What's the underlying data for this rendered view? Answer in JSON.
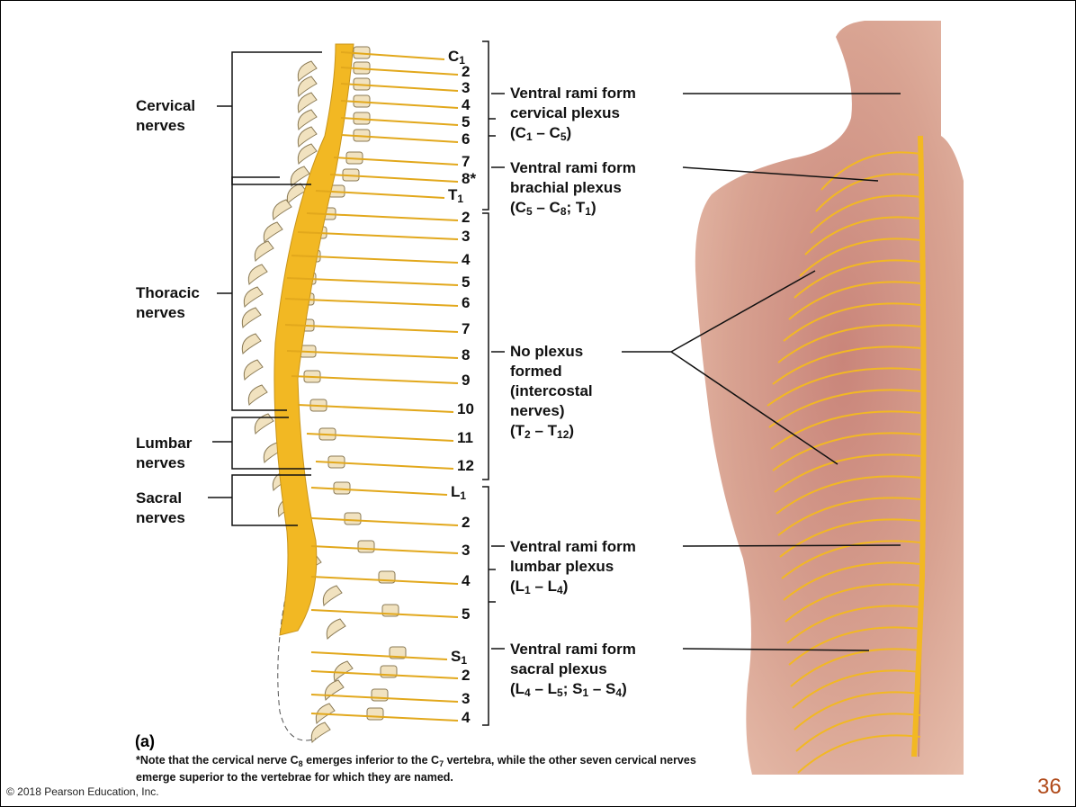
{
  "figure_tag": "(a)",
  "nerve_groups": {
    "cervical": [
      "Cervical",
      "nerves"
    ],
    "thoracic": [
      "Thoracic",
      "nerves"
    ],
    "lumbar": [
      "Lumbar",
      "nerves"
    ],
    "sacral": [
      "Sacral",
      "nerves"
    ]
  },
  "spinal_nerve_labels": [
    {
      "base": "C",
      "sub": "1"
    },
    {
      "base": "2"
    },
    {
      "base": "3"
    },
    {
      "base": "4"
    },
    {
      "base": "5"
    },
    {
      "base": "6"
    },
    {
      "base": "7"
    },
    {
      "base": "8*"
    },
    {
      "base": "T",
      "sub": "1"
    },
    {
      "base": "2"
    },
    {
      "base": "3"
    },
    {
      "base": "4"
    },
    {
      "base": "5"
    },
    {
      "base": "6"
    },
    {
      "base": "7"
    },
    {
      "base": "8"
    },
    {
      "base": "9"
    },
    {
      "base": "10"
    },
    {
      "base": "11"
    },
    {
      "base": "12"
    },
    {
      "base": "L",
      "sub": "1"
    },
    {
      "base": "2"
    },
    {
      "base": "3"
    },
    {
      "base": "4"
    },
    {
      "base": "5"
    },
    {
      "base": "S",
      "sub": "1"
    },
    {
      "base": "2"
    },
    {
      "base": "3"
    },
    {
      "base": "4"
    }
  ],
  "plexus_labels": {
    "cervical": {
      "line1": "Ventral rami form",
      "line2": "cervical plexus",
      "range": "(C1 – C5)"
    },
    "brachial": {
      "line1": "Ventral rami form",
      "line2": "brachial plexus",
      "range": "(C5 – C8; T1)"
    },
    "intercostal": {
      "line1": "No plexus",
      "line2": "formed",
      "line3": "(intercostal",
      "line4": "nerves)",
      "range": "(T2 – T12)"
    },
    "lumbar": {
      "line1": "Ventral rami form",
      "line2": "lumbar plexus",
      "range": "(L1 – L4)"
    },
    "sacral": {
      "line1": "Ventral rami form",
      "line2": "sacral plexus",
      "range": "(L4 – L5; S1 – S4)"
    }
  },
  "footnote": {
    "line1": "*Note that the cervical nerve C8 emerges inferior to the C7 vertebra, while the other seven cervical nerves",
    "line2": "emerge superior to the vertebrae for which they are named."
  },
  "copyright": "© 2018 Pearson Education, Inc.",
  "page_number": "36",
  "colors": {
    "nerve": "#f2b823",
    "bone": "#f1e2bf",
    "skin": "#d39b87",
    "text": "#111111",
    "page_number": "#b04a1a"
  }
}
